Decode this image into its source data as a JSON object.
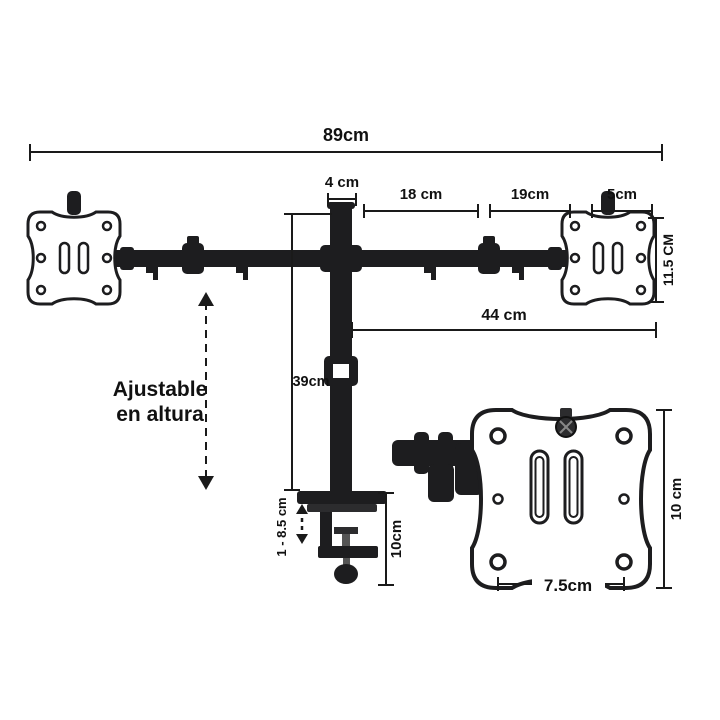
{
  "diagram": {
    "background": "#ffffff",
    "colors": {
      "structure": "#1d1d1f",
      "dimension_lines": "#1a1a1a",
      "text": "#111111"
    },
    "labels": {
      "total_width": "89cm",
      "pole_width": "4 cm",
      "segment_center_to_hinge": "18 cm",
      "segment_hinge_to_plate": "19cm",
      "plate_edge": "5cm",
      "plate_height_side": "11.5 CM",
      "arm_reach": "44 cm",
      "pole_height": "39cm",
      "height_adjust_line1": "Ajustable",
      "height_adjust_line2": "en altura",
      "clamp_opening_range": "1 - 8.5 cm",
      "clamp_height": "10cm",
      "vesa_plate_height": "10 cm",
      "vesa_hole_spacing": "7.5cm"
    }
  }
}
